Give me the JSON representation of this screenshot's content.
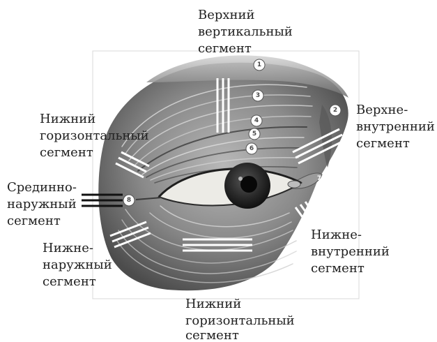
{
  "labels": {
    "upper_vertical": [
      "Верхний",
      "вертикальный",
      "сегмент"
    ],
    "lower_horizontal_top": [
      "Нижний",
      "горизонтальный",
      "сегмент"
    ],
    "upper_inner": [
      "Верхне-",
      "внутренний",
      "сегмент"
    ],
    "middle_outer": [
      "Срединно-",
      "наружный",
      "сегмент"
    ],
    "lower_outer": [
      "Нижне-",
      "наружный",
      "сегмент"
    ],
    "lower_inner": [
      "Нижне-",
      "внутренний",
      "сегмент"
    ],
    "lower_horizontal_bottom": [
      "Нижний",
      "горизонтальный",
      "сегмент"
    ]
  },
  "numbers": [
    "1",
    "2",
    "3",
    "4",
    "5",
    "6",
    "7",
    "8"
  ],
  "colors": {
    "muscle_dark": "#4a4a4a",
    "muscle_light": "#c9c9c9",
    "eye_white": "#ecebe6",
    "iris": "#1a1a1a",
    "marker_white": "#ffffff",
    "marker_black": "#111111"
  }
}
